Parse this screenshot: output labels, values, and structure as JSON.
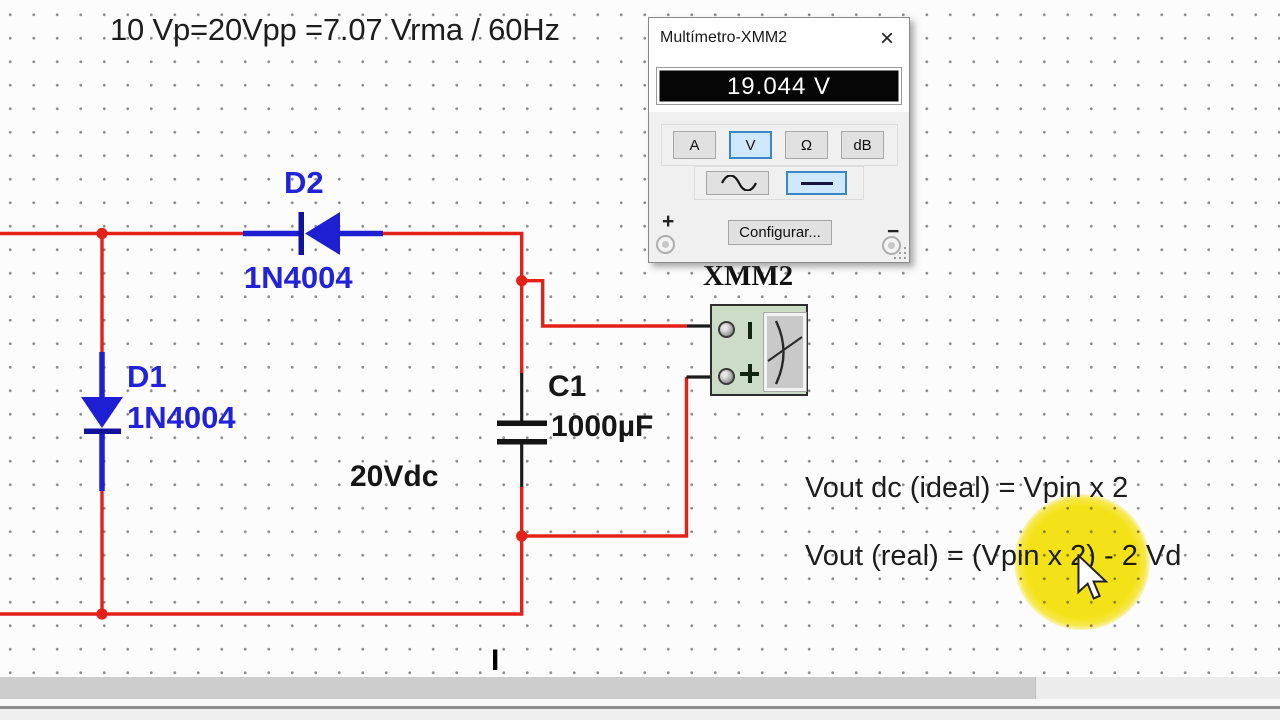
{
  "annotations": {
    "formula_top": "10 Vp=20Vpp =7.07 Vrma / 60Hz",
    "vout_ideal": "Vout dc (ideal) = Vpin x 2",
    "vout_real": "Vout (real) = (Vpin x 2) - 2 Vd",
    "i_mark": "I"
  },
  "schematic": {
    "d2_ref": "D2",
    "d2_part": "1N4004",
    "d1_ref": "D1",
    "d1_part": "1N4004",
    "c1_ref": "C1",
    "c1_value": "1000µF",
    "source_value": "20Vdc",
    "multimeter_ref": "XMM2"
  },
  "dialog": {
    "title": "Multímetro-XMM2",
    "close_glyph": "×",
    "reading": "19.044 V",
    "modes": [
      "A",
      "V",
      "Ω",
      "dB"
    ],
    "selected_mode": "V",
    "configure": "Configurar...",
    "plus": "+",
    "minus": "−"
  },
  "colors": {
    "wire_red": "#e32119",
    "component_blue": "#1e1ed2",
    "selected_button_bg": "#cfe8fc",
    "selected_button_border": "#3a87c8",
    "highlight_yellow": "#f7e40e",
    "meter_body_green": "#ccdcc6"
  }
}
